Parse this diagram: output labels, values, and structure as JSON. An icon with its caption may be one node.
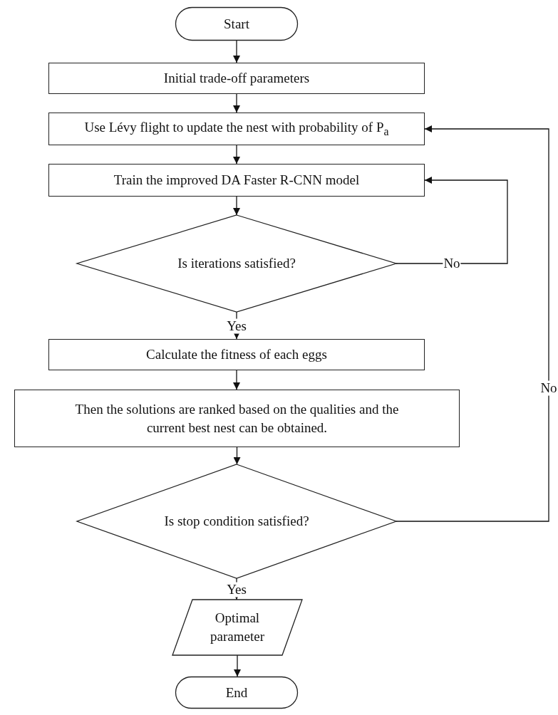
{
  "diagram": {
    "nodes": [
      {
        "text": [
          "Start"
        ]
      },
      {
        "text": [
          "Initial trade-off parameters"
        ]
      },
      {
        "text": [
          "Use Lévy flight to update the nest with probability of P$_{a}$"
        ]
      },
      {
        "text": [
          "Train the improved DA Faster R-CNN model"
        ]
      },
      {
        "text": [
          "Is iterations satisfied?"
        ]
      },
      {
        "text": [
          "Calculate the fitness of each eggs"
        ]
      },
      {
        "text": [
          "Then the solutions are ranked based on the qualities and the current best nest can be obtained."
        ]
      },
      {
        "text": [
          "Is stop condition satisfied?"
        ]
      },
      {
        "text": [
          "Optimal parameter"
        ]
      },
      {
        "text": [
          "End"
        ]
      }
    ],
    "edges": [
      {
        "from": 0,
        "to": 1,
        "arrow": "to"
      },
      {
        "from": 1,
        "to": 2,
        "arrow": "to"
      },
      {
        "from": 2,
        "to": 3,
        "arrow": "to"
      },
      {
        "from": 3,
        "to": 4,
        "arrow": "to"
      },
      {
        "from": 4,
        "to": 3,
        "arrow": "to",
        "label": "No"
      },
      {
        "from": 4,
        "to": 5,
        "arrow": "to",
        "label": "Yes"
      },
      {
        "from": 5,
        "to": 6,
        "arrow": "to"
      },
      {
        "from": 6,
        "to": 7,
        "arrow": "to"
      },
      {
        "from": 7,
        "to": 2,
        "arrow": "to",
        "label": "No"
      },
      {
        "from": 7,
        "to": 8,
        "arrow": "to",
        "label": "Yes"
      },
      {
        "from": 8,
        "to": 9,
        "arrow": "to"
      }
    ]
  }
}
